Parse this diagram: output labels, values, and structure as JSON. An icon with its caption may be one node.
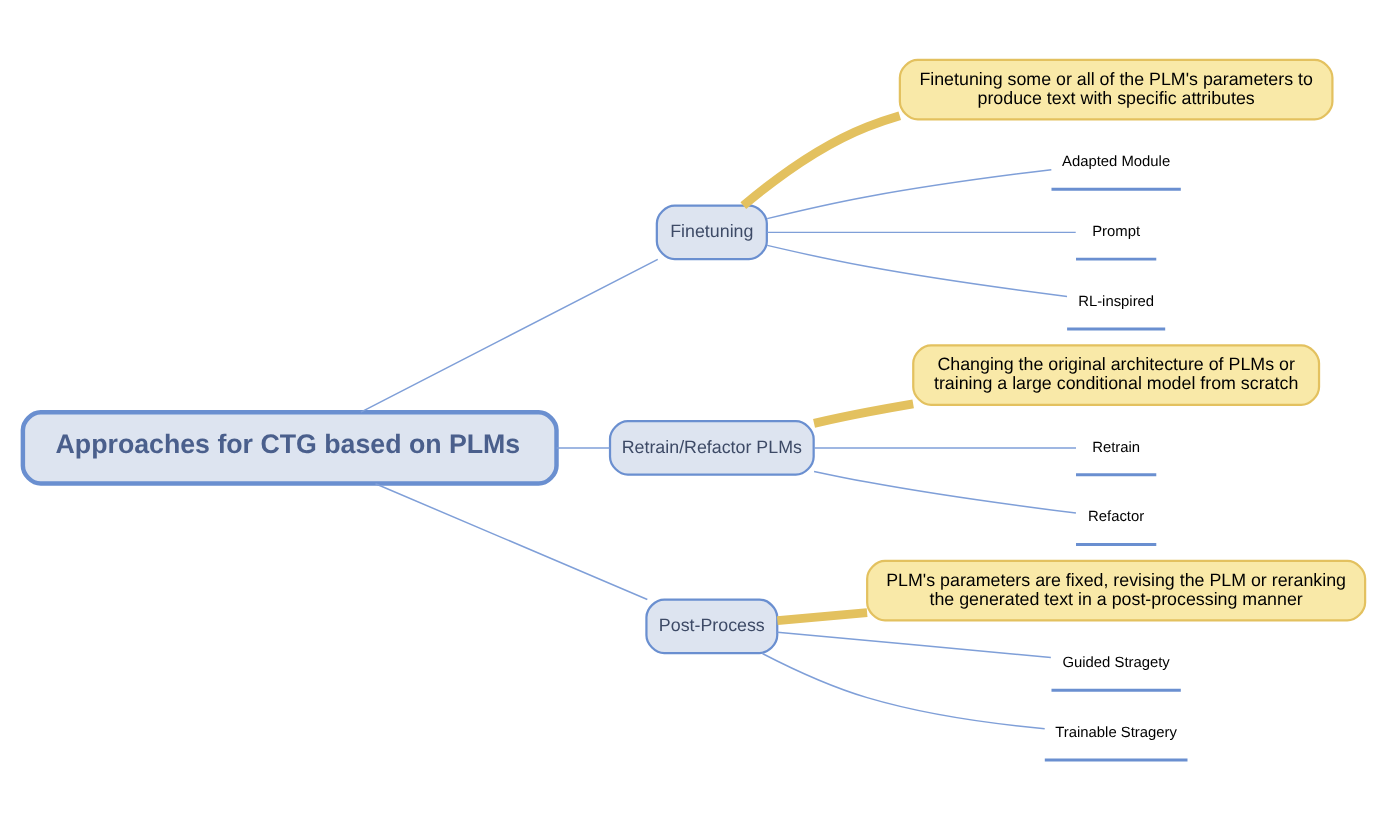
{
  "diagram": {
    "nodes": [
      {
        "text": [
          "Approaches for CTG based on PLMs"
        ]
      },
      {
        "text": [
          "Finetuning"
        ]
      },
      {
        "text": [
          "Finetuning some or all of the PLM's parameters to produce text with specific attributes"
        ]
      },
      {
        "text": [
          "Adapted Module"
        ]
      },
      {
        "text": [
          "Prompt"
        ]
      },
      {
        "text": [
          "RL-inspired"
        ]
      },
      {
        "text": [
          "Retrain/Refactor PLMs"
        ]
      },
      {
        "text": [
          "Changing the original architecture of PLMs or training a large conditional model from scratch"
        ]
      },
      {
        "text": [
          "Retrain"
        ]
      },
      {
        "text": [
          "Refactor"
        ]
      },
      {
        "text": [
          "Post-Process"
        ]
      },
      {
        "text": [
          "PLM's parameters are fixed, revising the PLM or reranking the generated text in a post-processing manner"
        ]
      },
      {
        "text": [
          "Guided Stragety"
        ]
      },
      {
        "text": [
          "Trainable Stragery"
        ]
      }
    ],
    "edges": [
      {
        "from": 0,
        "to": 1,
        "arrow": "none"
      },
      {
        "from": 1,
        "to": 2,
        "arrow": "none",
        "style": "thick",
        "color": "#e3c15f"
      },
      {
        "from": 1,
        "to": 3,
        "arrow": "none"
      },
      {
        "from": 1,
        "to": 4,
        "arrow": "none"
      },
      {
        "from": 1,
        "to": 5,
        "arrow": "none"
      },
      {
        "from": 0,
        "to": 6,
        "arrow": "none"
      },
      {
        "from": 6,
        "to": 7,
        "arrow": "none",
        "style": "thick",
        "color": "#e3c15f"
      },
      {
        "from": 6,
        "to": 8,
        "arrow": "none"
      },
      {
        "from": 6,
        "to": 9,
        "arrow": "none"
      },
      {
        "from": 0,
        "to": 10,
        "arrow": "none"
      },
      {
        "from": 10,
        "to": 11,
        "arrow": "none",
        "style": "thick",
        "color": "#e3c15f"
      },
      {
        "from": 10,
        "to": 12,
        "arrow": "none"
      },
      {
        "from": 10,
        "to": 13,
        "arrow": "none"
      }
    ]
  }
}
